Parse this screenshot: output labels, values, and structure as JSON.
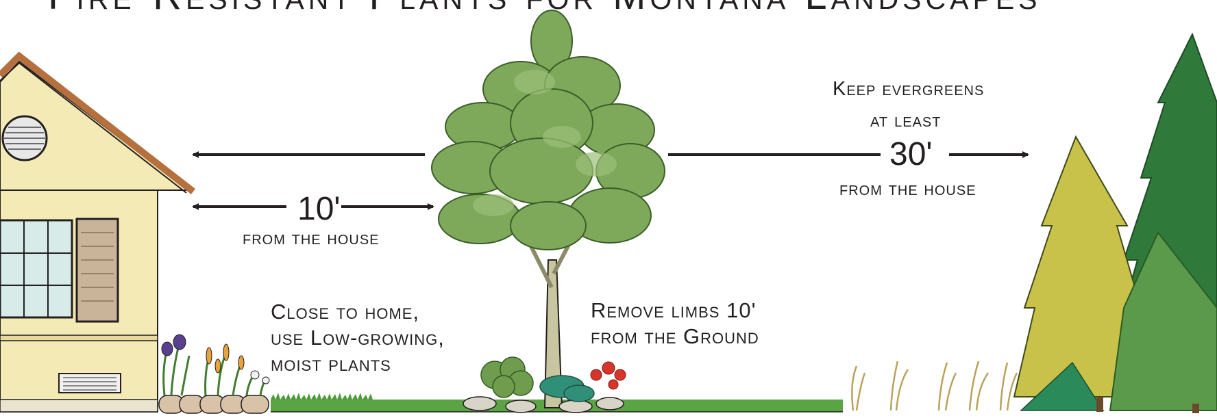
{
  "title": "Fire-Resistant Plants for Montana Landscapes",
  "labels": {
    "keep_line1": "Keep evergreens",
    "keep_line2": "at least",
    "keep_distance": "30'",
    "keep_from": "from the house",
    "tree_distance": "10'",
    "tree_from": "from the house",
    "close_line1": "Close to home,",
    "close_line2": "use Low-growing,",
    "close_line3": "moist plants",
    "remove_line1": "Remove limbs 10'",
    "remove_line2": "from the Ground"
  },
  "colors": {
    "ink": "#231f20",
    "house_siding": "#f4eab5",
    "roof": "#b5703e",
    "deciduous_foliage": "#7ea85a",
    "evergreen_dark": "#2f7a3a",
    "evergreen_yellow": "#c8c24a",
    "lawn": "#5aa443"
  }
}
